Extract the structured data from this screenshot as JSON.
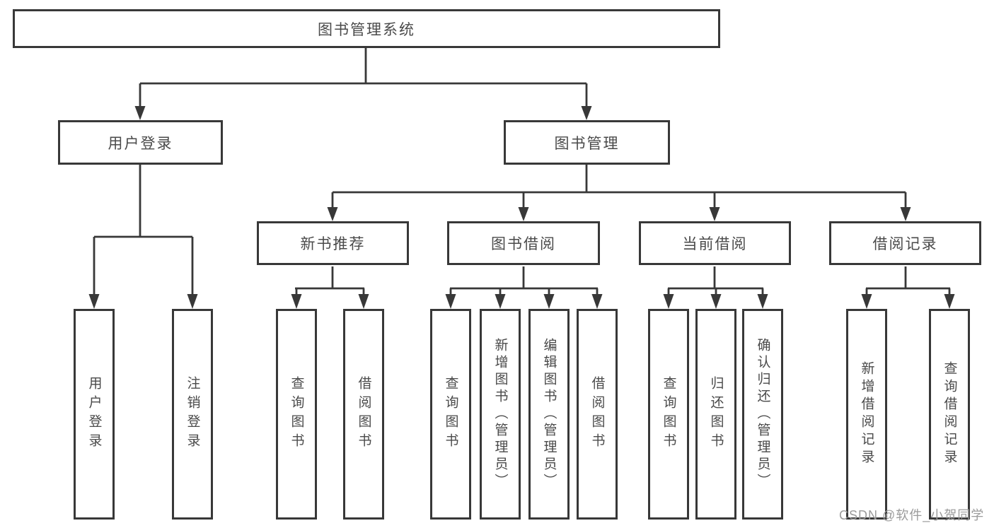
{
  "colors": {
    "line": "#383838",
    "text": "#4a4a4a",
    "watermark": "#9b9b9b",
    "background": "#ffffff"
  },
  "root": {
    "label": "图书管理系统"
  },
  "branches": {
    "user_login": {
      "label": "用户登录",
      "children": {
        "login": "用户登录",
        "logout": "注销登录"
      }
    },
    "book_management": {
      "label": "图书管理",
      "sections": {
        "new_book_recommend": {
          "label": "新书推荐",
          "children": {
            "query": "查询图书",
            "borrow": "借阅图书"
          }
        },
        "book_borrow": {
          "label": "图书借阅",
          "children": {
            "query": "查询图书",
            "add": "新增图书（管理员）",
            "edit": "编辑图书（管理员）",
            "borrow": "借阅图书"
          }
        },
        "current_borrow": {
          "label": "当前借阅",
          "children": {
            "query": "查询图书",
            "return": "归还图书",
            "confirm": "确认归还（管理员）"
          }
        },
        "borrow_records": {
          "label": "借阅记录",
          "children": {
            "add": "新增借阅记录",
            "query": "查询借阅记录"
          }
        }
      }
    }
  },
  "watermark": "CSDN @软件_小贺同学"
}
